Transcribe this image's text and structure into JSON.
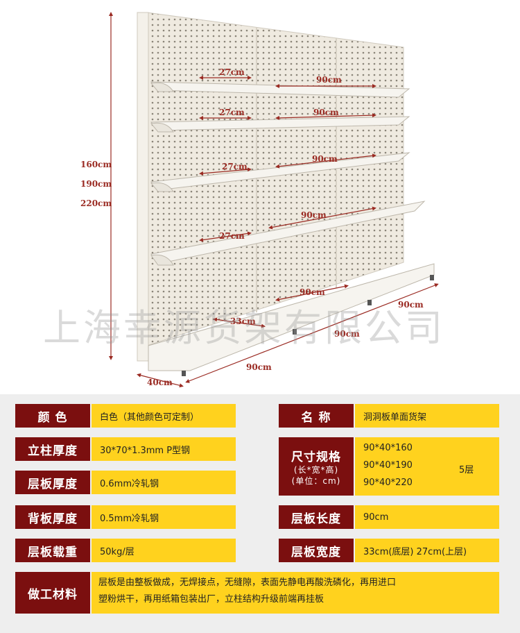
{
  "dimensions": {
    "shelf_depth_upper": "27cm",
    "shelf_length": "90cm",
    "base_depth": "33cm",
    "width": "40cm",
    "heights": [
      "160cm",
      "190cm",
      "220cm"
    ]
  },
  "watermark": "上海幸源货架有限公司",
  "specs": {
    "color_label": "颜 色",
    "color_value": "白色（其他颜色可定制）",
    "name_label": "名 称",
    "name_value": "洞洞板单面货架",
    "column_label": "立柱厚度",
    "column_value": "30*70*1.3mm P型钢",
    "size_label": "尺寸规格",
    "size_sub1": "(长*宽*高)",
    "size_sub2": "(单位：cm)",
    "size_values": [
      "90*40*160",
      "90*40*190",
      "90*40*220"
    ],
    "size_suffix": "5层",
    "shelf_thickness_label": "层板厚度",
    "shelf_thickness_value": "0.6mm冷轧钢",
    "back_thickness_label": "背板厚度",
    "back_thickness_value": "0.5mm冷轧钢",
    "shelf_length_label": "层板长度",
    "shelf_length_value": "90cm",
    "load_label": "层板载重",
    "load_value": "50kg/层",
    "shelf_width_label": "层板宽度",
    "shelf_width_value": "33cm(底层) 27cm(上层)",
    "craft_label": "做工材料",
    "craft_value_line1": "层板是由整板做成，无焊接点，无缝隙，表面先静电再酸洗磷化，再用进口",
    "craft_value_line2": "塑粉烘干，再用纸箱包装出厂，立柱结构升级前端再挂板"
  },
  "colors": {
    "label_bg": "#7b0f0f",
    "value_bg": "#ffd21e",
    "dimension": "#9a2a22"
  }
}
